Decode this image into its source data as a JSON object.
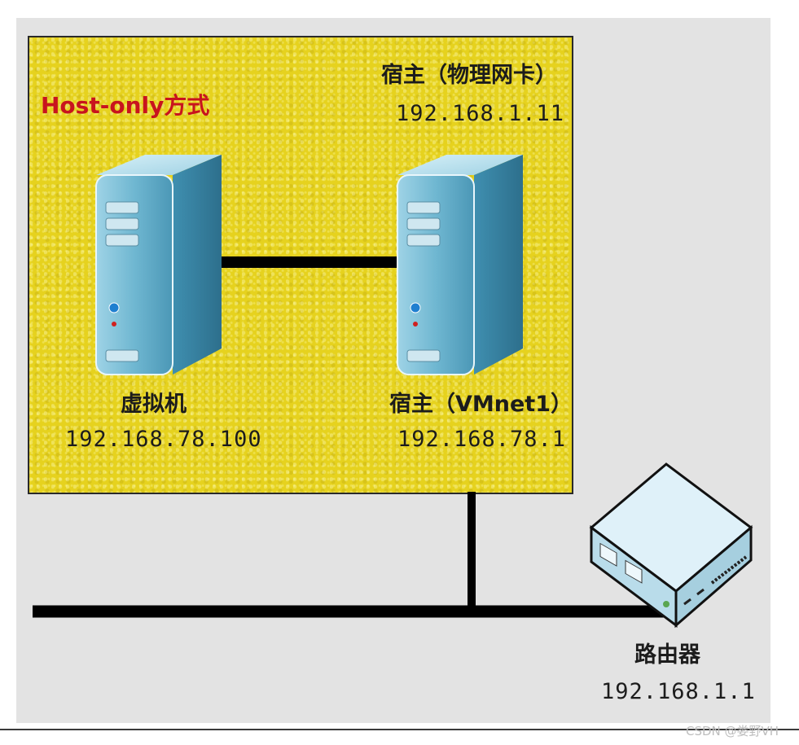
{
  "diagram": {
    "mode_label": "Host-only方式",
    "host_nic": {
      "name": "宿主（物理网卡）",
      "ip": "192.168.1.11"
    },
    "virtual_machine": {
      "name": "虚拟机",
      "ip": "192.168.78.100"
    },
    "host_vmnet1": {
      "name": "宿主（VMnet1）",
      "ip": "192.168.78.1"
    },
    "router": {
      "name": "路由器",
      "ip": "192.168.1.1"
    },
    "watermark": "CSDN @娄野VH"
  },
  "colors": {
    "panel_background": "#e3e3e3",
    "host_only_zone": "#e6d21e",
    "mode_label": "#c8141e",
    "cable": "#000000",
    "server_body": "#5ba9c6",
    "router_body": "#d8ecf7"
  },
  "icons": [
    "server-icon",
    "router-icon"
  ]
}
